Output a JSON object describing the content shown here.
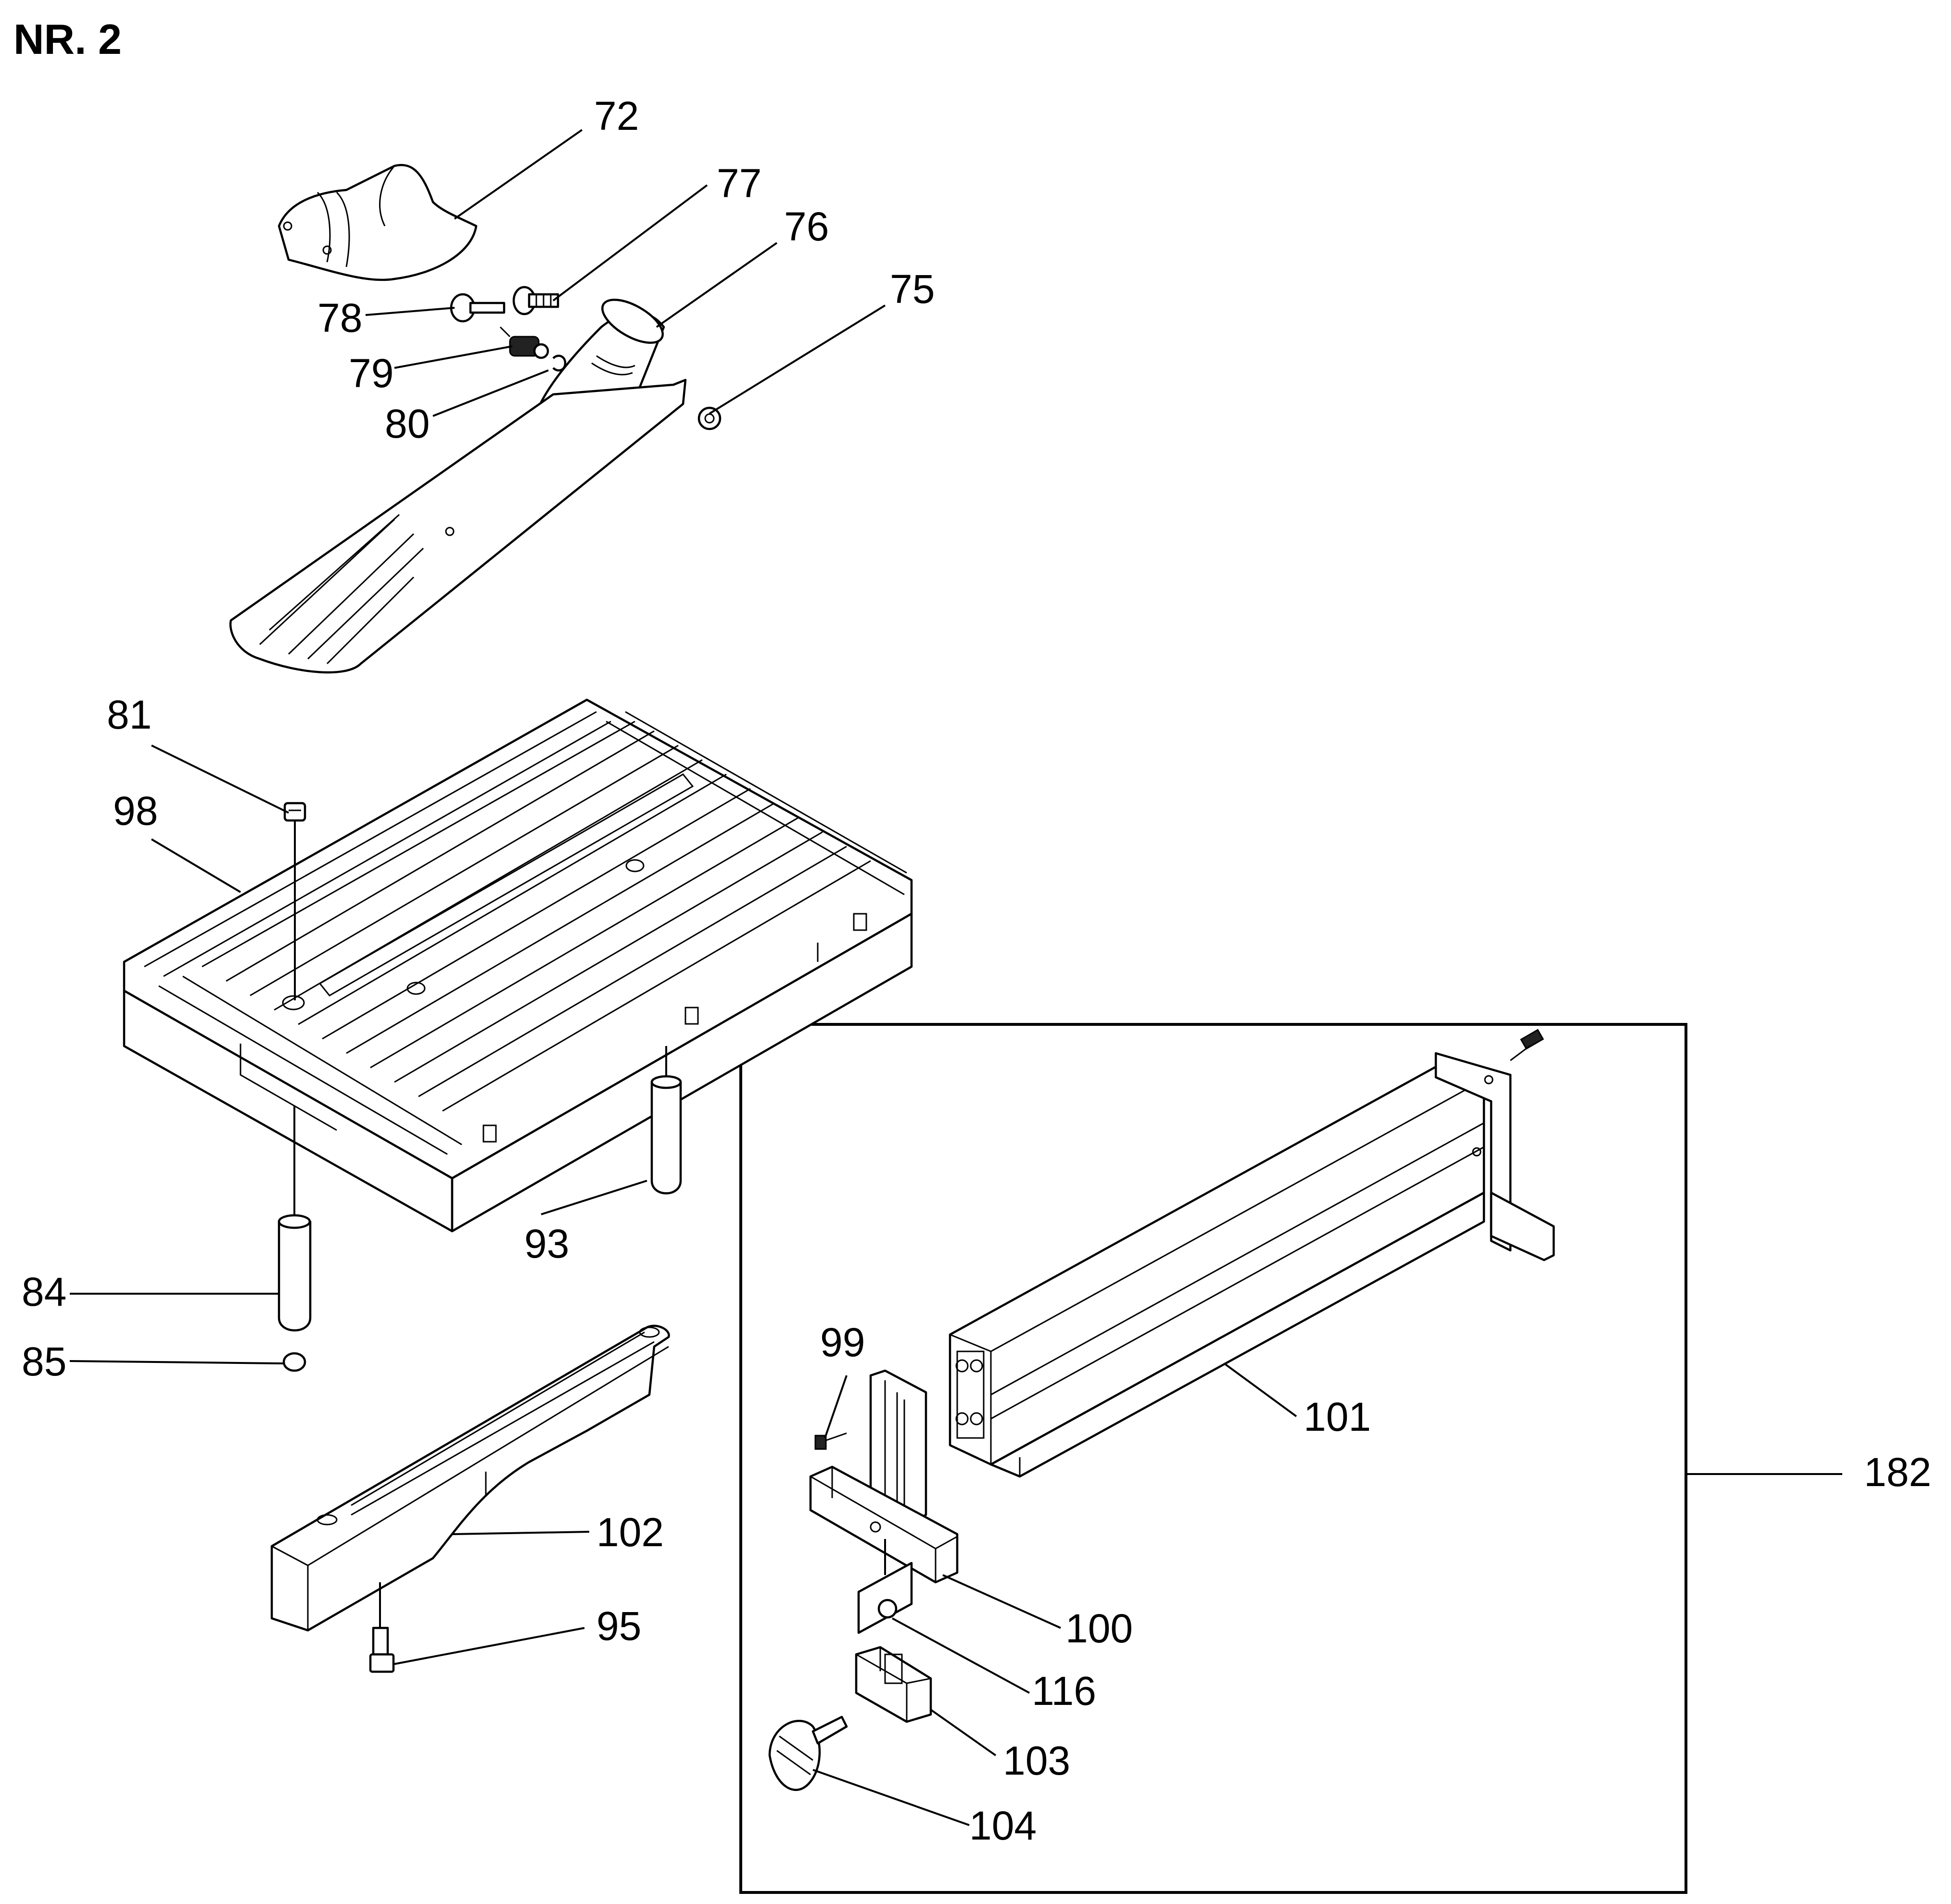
{
  "sheet": {
    "title": "NR. 2"
  },
  "parts": [
    {
      "key": "p72",
      "label": "72",
      "icon": "blade-guard-cover"
    },
    {
      "key": "p77",
      "label": "77",
      "icon": "screw"
    },
    {
      "key": "p76",
      "label": "76",
      "icon": "dust-port"
    },
    {
      "key": "p75",
      "label": "75",
      "icon": "nut"
    },
    {
      "key": "p78",
      "label": "78",
      "icon": "bolt"
    },
    {
      "key": "p79",
      "label": "79",
      "icon": "spring"
    },
    {
      "key": "p80",
      "label": "80",
      "icon": "washer"
    },
    {
      "key": "p81",
      "label": "81",
      "icon": "screw"
    },
    {
      "key": "p98",
      "label": "98",
      "icon": "saw-table"
    },
    {
      "key": "p93",
      "label": "93",
      "icon": "leg-tube"
    },
    {
      "key": "p84",
      "label": "84",
      "icon": "leg-tube"
    },
    {
      "key": "p85",
      "label": "85",
      "icon": "foot-cap"
    },
    {
      "key": "p99",
      "label": "99",
      "icon": "screw"
    },
    {
      "key": "p101",
      "label": "101",
      "icon": "rip-fence-profile"
    },
    {
      "key": "p182",
      "label": "182",
      "icon": "fence-assembly"
    },
    {
      "key": "p102",
      "label": "102",
      "icon": "table-extension-arm"
    },
    {
      "key": "p100",
      "label": "100",
      "icon": "fence-bracket"
    },
    {
      "key": "p95",
      "label": "95",
      "icon": "screw"
    },
    {
      "key": "p116",
      "label": "116",
      "icon": "clamp-plate"
    },
    {
      "key": "p103",
      "label": "103",
      "icon": "clamp-block"
    },
    {
      "key": "p104",
      "label": "104",
      "icon": "knob"
    }
  ]
}
